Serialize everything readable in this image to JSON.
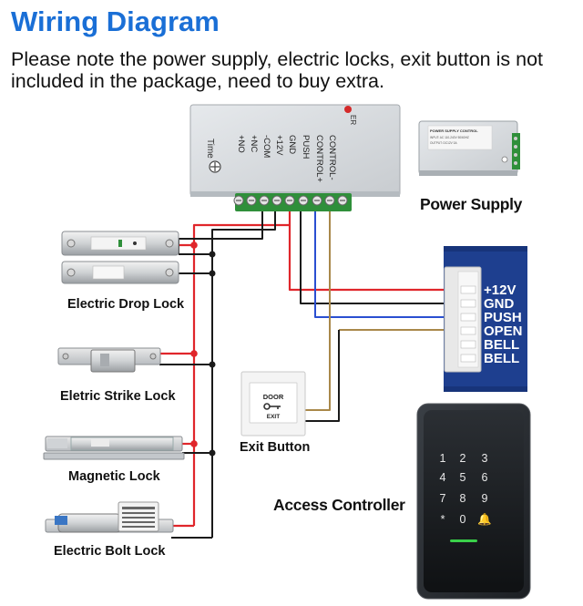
{
  "header": {
    "title": "Wiring Diagram",
    "note": "Please note the power supply, electric locks, exit button is not included in the package, need to buy extra."
  },
  "control_board": {
    "time_label": "Time",
    "terminals": [
      "+NO",
      "+NC",
      "-COM",
      "+12V",
      "GND",
      "PUSH",
      "CONTROL+",
      "CONTROL-"
    ],
    "side_mark": "ER"
  },
  "power_supply": {
    "label": "Power Supply",
    "plate_title": "POWER SUPPLY CONTROL",
    "plate_lines": [
      "INPUT: AC 110-240V 50/60HZ",
      "OUTPUT: DC12V   3A"
    ]
  },
  "connector": {
    "pins": [
      "+12V",
      "GND",
      "PUSH",
      "OPEN",
      "BELL",
      "BELL"
    ]
  },
  "exit_button": {
    "label": "Exit Button",
    "face_top": "DOOR",
    "face_bottom": "EXIT"
  },
  "locks": [
    {
      "label": "Electric Drop Lock"
    },
    {
      "label": "Eletric Strike Lock"
    },
    {
      "label": "Magnetic Lock"
    },
    {
      "label": "Electric Bolt Lock"
    }
  ],
  "access_controller": {
    "label": "Access Controller",
    "keys": [
      "1",
      "2",
      "3",
      "4",
      "5",
      "6",
      "7",
      "8",
      "9",
      "*",
      "0",
      "🔔"
    ]
  },
  "colors": {
    "title": "#1a6fd6",
    "wire_red": "#e0262b",
    "wire_black": "#1a1a1a",
    "wire_blue": "#2a4fd1",
    "wire_tan": "#a9884a",
    "terminal_green": "#2f8f3a",
    "connector_blue": "#1e3f8f"
  }
}
